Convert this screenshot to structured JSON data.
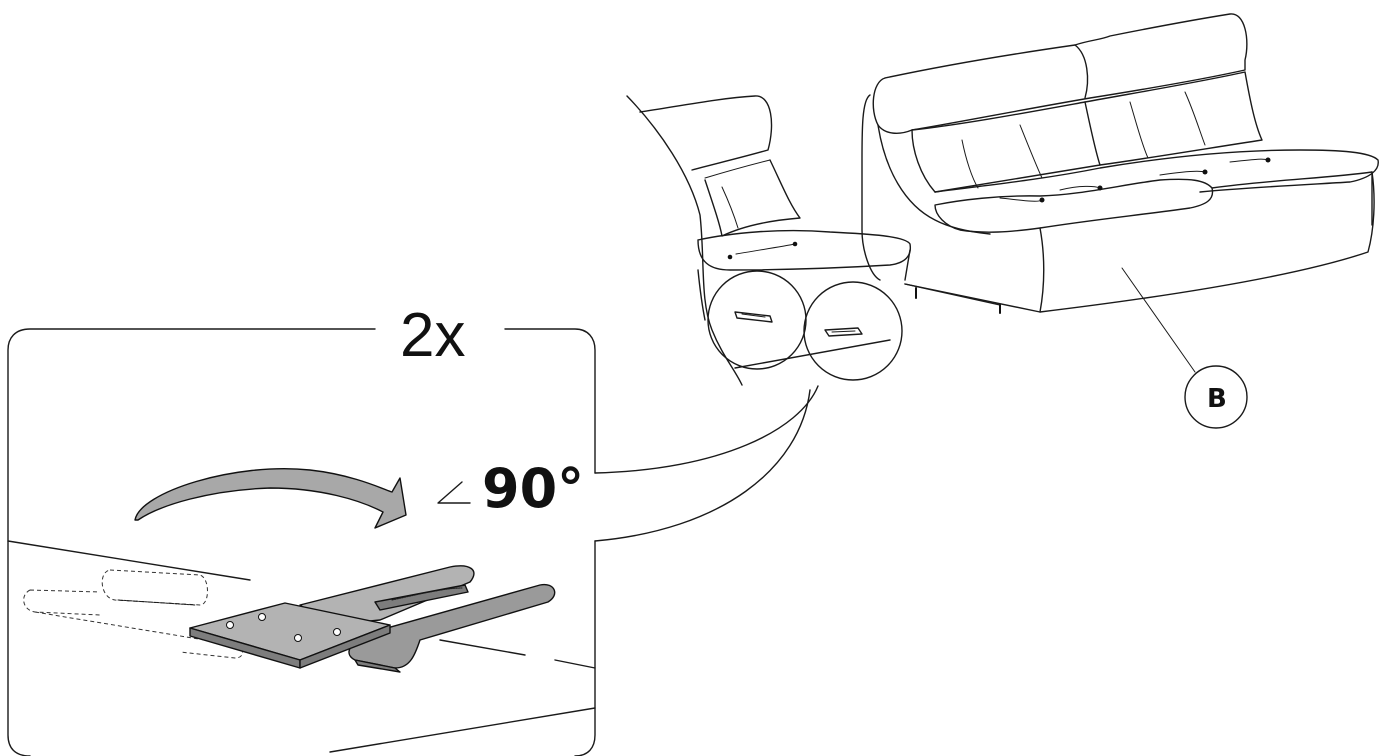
{
  "quantity_label": "2x",
  "angle_label": "90°",
  "part_label": "B",
  "icons": {
    "rotation": "curved-arrow-icon",
    "angle": "angle-icon"
  }
}
